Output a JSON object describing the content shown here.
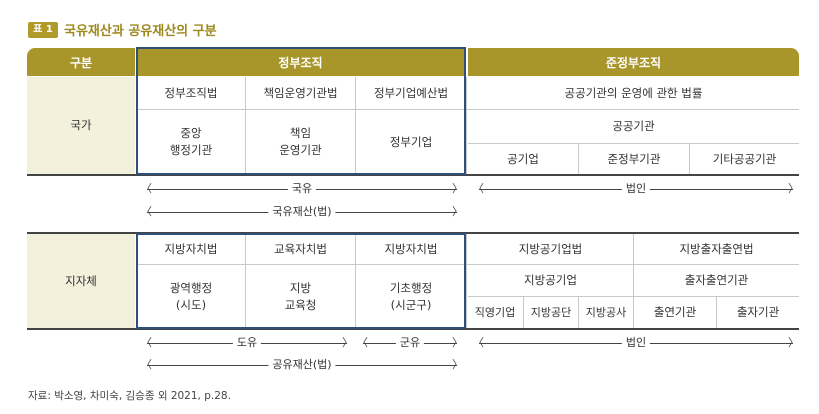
{
  "title": {
    "badge": "표 1",
    "text": "국유재산과 공유재산의 구분"
  },
  "header": {
    "gubun": "구분",
    "jeongbu": "정부조직",
    "junjeong": "준정부조직"
  },
  "national": {
    "row_label": "국가",
    "sub_headers": [
      "정부조직법",
      "책임운영기관법",
      "정부기업예산법"
    ],
    "laws_right": "공공기관의 운영에 관한 법률",
    "cells": [
      "중앙\n행정기관",
      "책임\n운영기관",
      "정부기업"
    ],
    "public_agencies": "공공기관",
    "public_types": [
      "공기업",
      "준정부기관",
      "기타공공기관"
    ],
    "arrows": {
      "gukyu": "국유",
      "beopin": "법인",
      "gukyu_jaesan": "국유재산(법)"
    }
  },
  "local": {
    "row_label": "지자체",
    "sub_headers": [
      "지방자치법",
      "교육자치법",
      "지방자치법"
    ],
    "laws_right": [
      "지방공기업법",
      "지방출자출연법"
    ],
    "cells": [
      "광역행정\n(시도)",
      "지방\n교육청",
      "기초행정\n(시군구)"
    ],
    "local_enterprise": "지방공기업",
    "contrib_agency": "출자출연기관",
    "enterprise_types": [
      "직영기업",
      "지방공단",
      "지방공사"
    ],
    "contrib_types": [
      "출연기관",
      "출자기관"
    ],
    "arrows": {
      "doyu": "도유",
      "gunyu": "군유",
      "beopin": "법인",
      "gongyu_jaesan": "공유재산(법)"
    }
  },
  "source": "자료: 박소영, 차미숙, 김승종 외 2021, p.28."
}
